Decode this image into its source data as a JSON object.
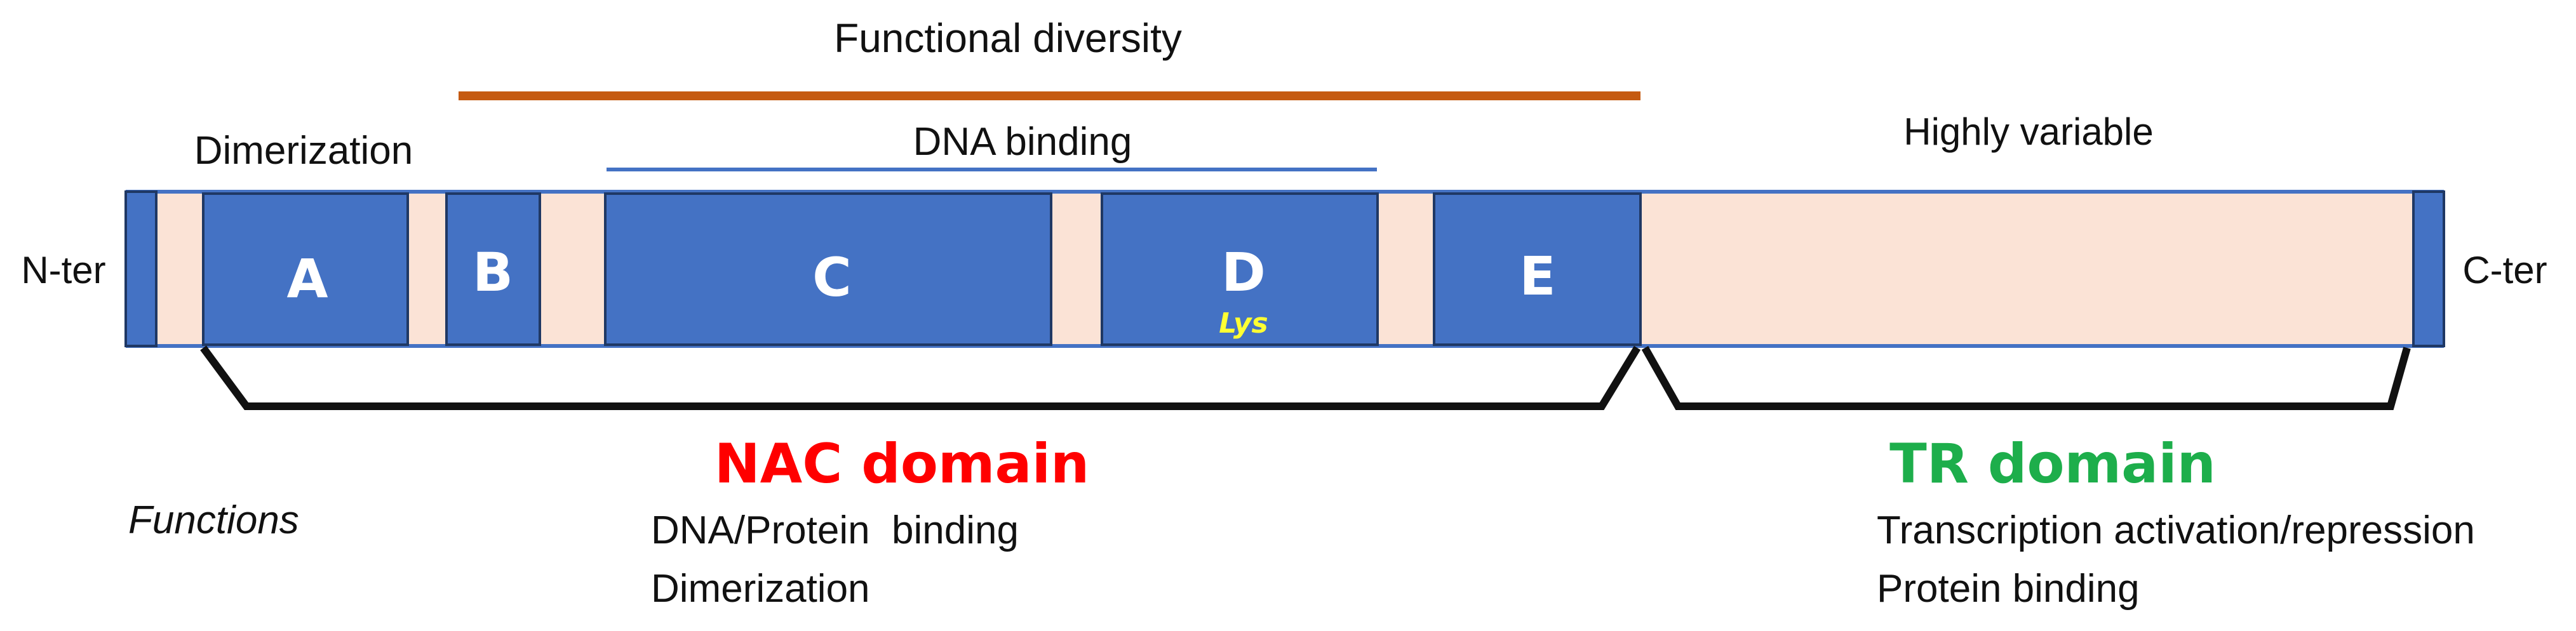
{
  "colors": {
    "segment_fill": "#4472C4",
    "segment_stroke": "#1F3864",
    "linker_fill": "#FBE3D6",
    "functional_line": "#C55A11",
    "dna_line": "#4472C4",
    "bracket": "#111111",
    "nac_title": "#FF0000",
    "tr_title": "#1DAE4B",
    "lys": "#FFFF33"
  },
  "labels": {
    "functional_diversity": "Functional diversity",
    "dna_binding": "DNA binding",
    "dimerization": "Dimerization",
    "highly_variable": "Highly variable",
    "n_ter": "N-ter",
    "c_ter": "C-ter",
    "functions": "Functions"
  },
  "segments": {
    "a": "A",
    "b": "B",
    "c": "C",
    "d": "D",
    "e": "E",
    "lys": "Lys"
  },
  "nac_domain": {
    "title": "NAC domain",
    "functions": [
      "DNA/Protein  binding",
      "Dimerization"
    ]
  },
  "tr_domain": {
    "title": "TR domain",
    "functions": [
      "Transcription activation/repression",
      "Protein binding"
    ]
  }
}
